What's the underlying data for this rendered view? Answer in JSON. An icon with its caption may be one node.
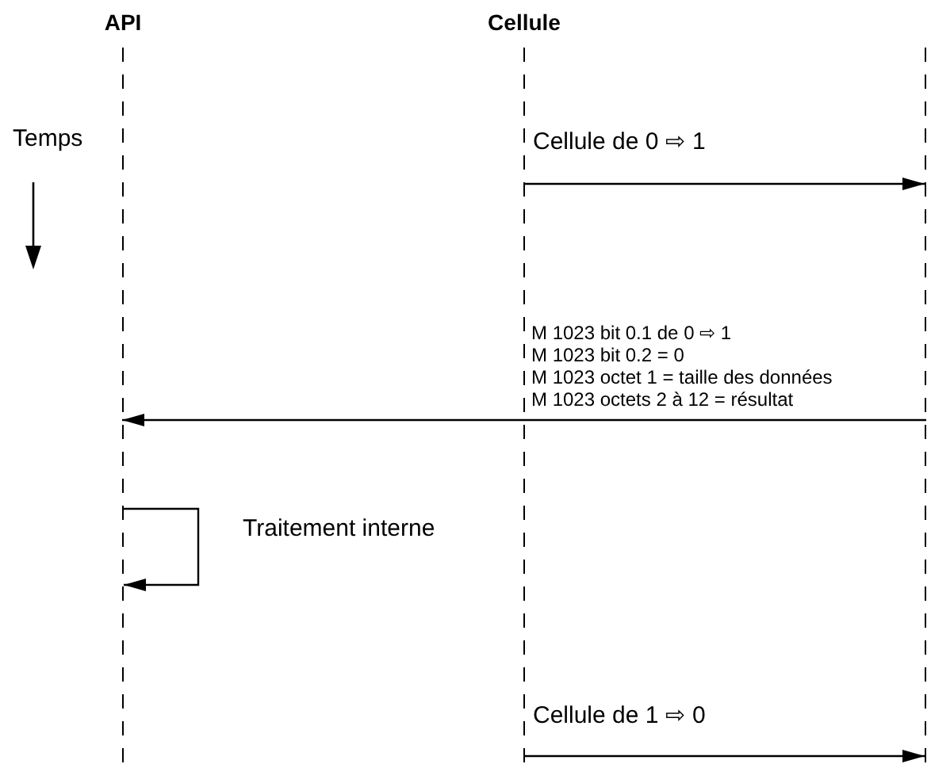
{
  "diagram": {
    "nodes": [
      {
        "text": [
          "API"
        ]
      },
      {
        "text": [
          "Cellule"
        ]
      },
      {
        "text": [],
        "shape": "bar"
      }
    ],
    "edges": [
      {
        "from": 1,
        "to": 2,
        "arrow": "to",
        "label": "Cellule de 0 ⇨ 1"
      },
      {
        "from": 2,
        "to": 0,
        "arrow": "to"
      },
      {
        "from": 0,
        "to": 0,
        "arrow": "to",
        "label": "Traitement interne"
      },
      {
        "from": 1,
        "to": 2,
        "arrow": "to",
        "label": "Cellule de 1 ⇨ 0"
      }
    ],
    "labels": [
      "Temps",
      "M 1023 bit 0.1 de 0 ⇨ 1",
      "M 1023 bit 0.2 = 0",
      "M 1023 octet 1 = taille des données",
      "M 1023 octets 2 à 12 = résultat"
    ]
  }
}
